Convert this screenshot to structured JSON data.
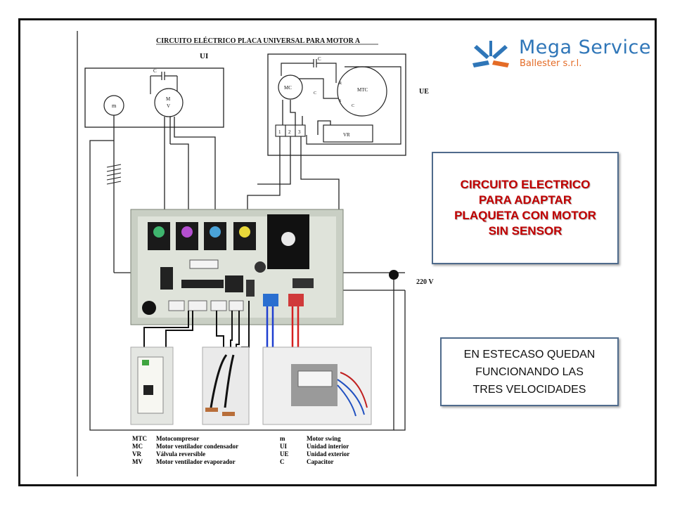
{
  "diagram": {
    "title": "CIRCUITO ELÉCTRICO PLACA UNIVERSAL PARA MOTOR A",
    "indoor_label": "UI",
    "outdoor_label": "UE",
    "voltage_label": "220 V",
    "component_labels": {
      "capacitor_indoor": "C",
      "swing_motor": "m",
      "fan_motor_m": "M",
      "fan_motor_v": "V",
      "capacitor_outdoor": "C",
      "mc": "MC",
      "mtc": "MTC",
      "r": "R",
      "s": "S",
      "c_terminal": "C",
      "c_left": "C",
      "terminal_1": "1",
      "terminal_2": "2",
      "terminal_3": "3",
      "vr": "VR"
    },
    "legend": [
      {
        "code": "MTC",
        "desc": "Motocompresor"
      },
      {
        "code": "MC",
        "desc": "Motor ventilador condensador"
      },
      {
        "code": "VR",
        "desc": "Válvula reversible"
      },
      {
        "code": "MV",
        "desc": "Motor ventilador evaporador"
      },
      {
        "code": "m",
        "desc": "Motor swing"
      },
      {
        "code": "UI",
        "desc": "Unidad interior"
      },
      {
        "code": "UE",
        "desc": "Unidad exterior"
      },
      {
        "code": "C",
        "desc": "Capacitor"
      }
    ]
  },
  "logo": {
    "name": "Mega Service",
    "subtitle": "Ballester s.r.l.",
    "brand_blue": "#2f76b8",
    "brand_orange": "#e46b26"
  },
  "callouts": {
    "title_lines": [
      "CIRCUITO ELECTRICO",
      "PARA ADAPTAR",
      "PLAQUETA CON MOTOR",
      "SIN SENSOR"
    ],
    "note_lines": [
      "EN ESTECASO QUEDAN",
      "FUNCIONANDO LAS",
      "TRES VELOCIDADES"
    ],
    "title_color": "#c00000"
  }
}
